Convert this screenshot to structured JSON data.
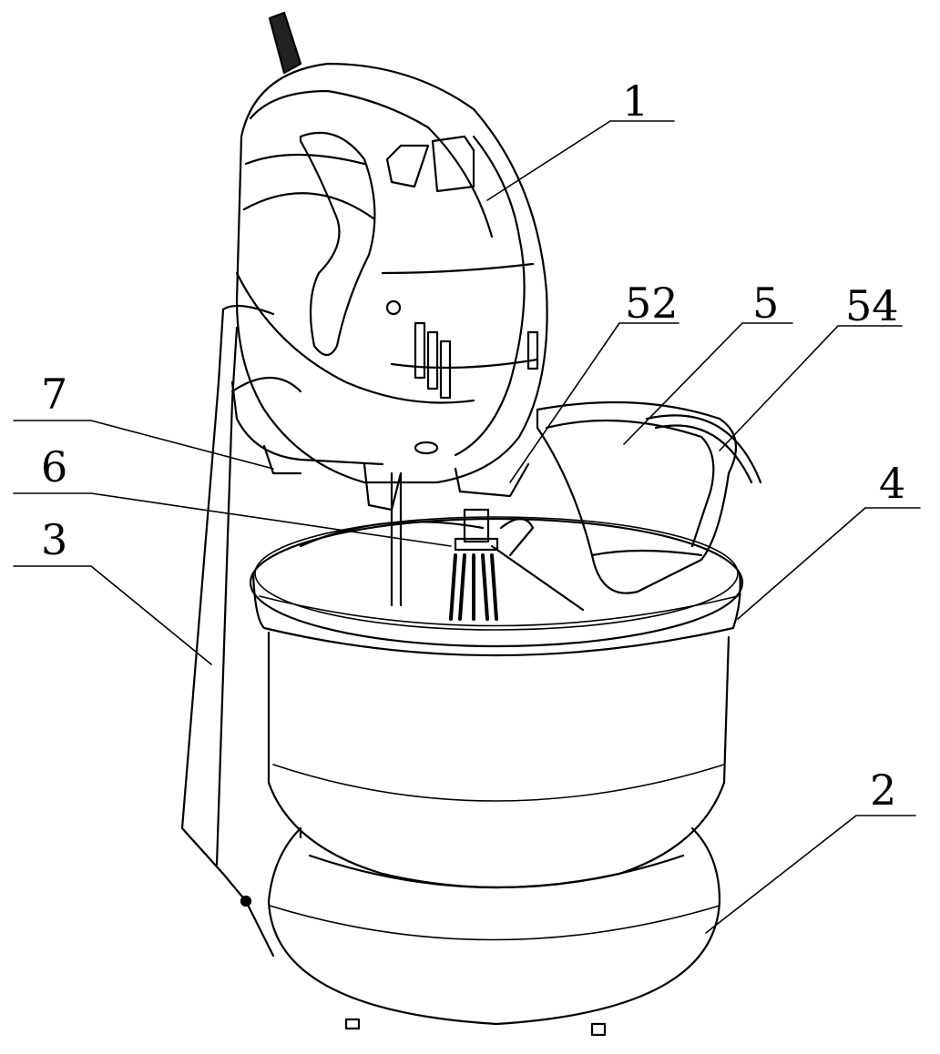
{
  "figure": {
    "labels": {
      "l1": "1",
      "l2": "2",
      "l3": "3",
      "l4": "4",
      "l5": "5",
      "l52": "52",
      "l54": "54",
      "l6": "6",
      "l7": "7"
    },
    "line_color": "#000000",
    "background": "#ffffff"
  }
}
